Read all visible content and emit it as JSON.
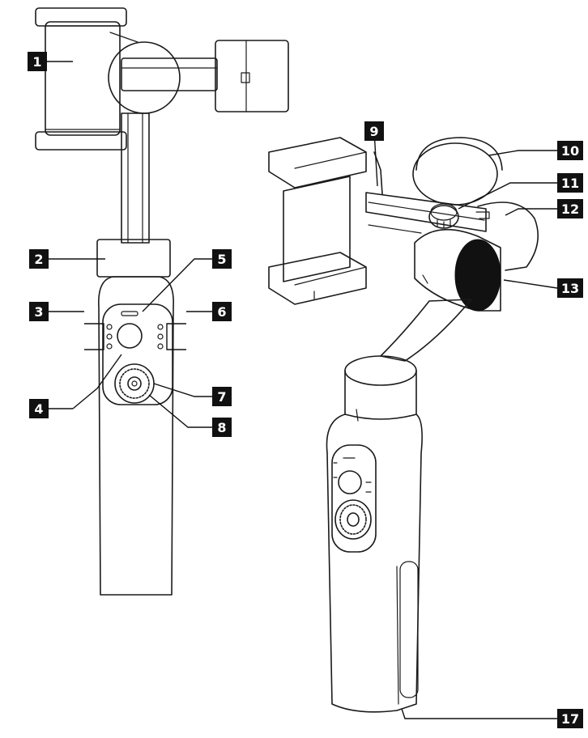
{
  "callouts": [
    {
      "id": "c1",
      "label": "1"
    },
    {
      "id": "c2",
      "label": "2"
    },
    {
      "id": "c3",
      "label": "3"
    },
    {
      "id": "c4",
      "label": "4"
    },
    {
      "id": "c5",
      "label": "5"
    },
    {
      "id": "c6",
      "label": "6"
    },
    {
      "id": "c7",
      "label": "7"
    },
    {
      "id": "c8",
      "label": "8"
    },
    {
      "id": "c9",
      "label": "9"
    },
    {
      "id": "c10",
      "label": "10"
    },
    {
      "id": "c11",
      "label": "11"
    },
    {
      "id": "c12",
      "label": "12"
    },
    {
      "id": "c13",
      "label": "13"
    },
    {
      "id": "c17",
      "label": "17"
    }
  ]
}
